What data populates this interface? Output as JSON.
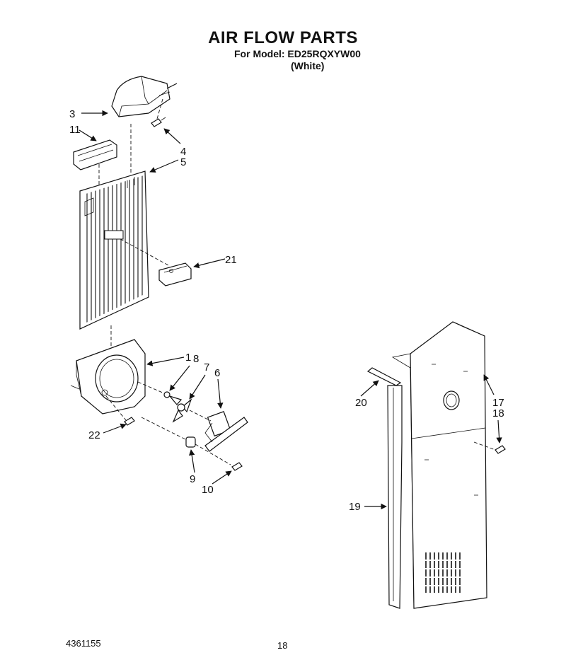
{
  "header": {
    "title": "AIR FLOW PARTS",
    "model_line": "For Model: ED25RQXYW00",
    "color_line": "(White)"
  },
  "footer": {
    "doc_number": "4361155",
    "page_number": "18"
  },
  "callouts": [
    "1",
    "3",
    "4",
    "5",
    "6",
    "7",
    "8",
    "9",
    "10",
    "11",
    "17",
    "18",
    "19",
    "20",
    "21",
    "22"
  ]
}
